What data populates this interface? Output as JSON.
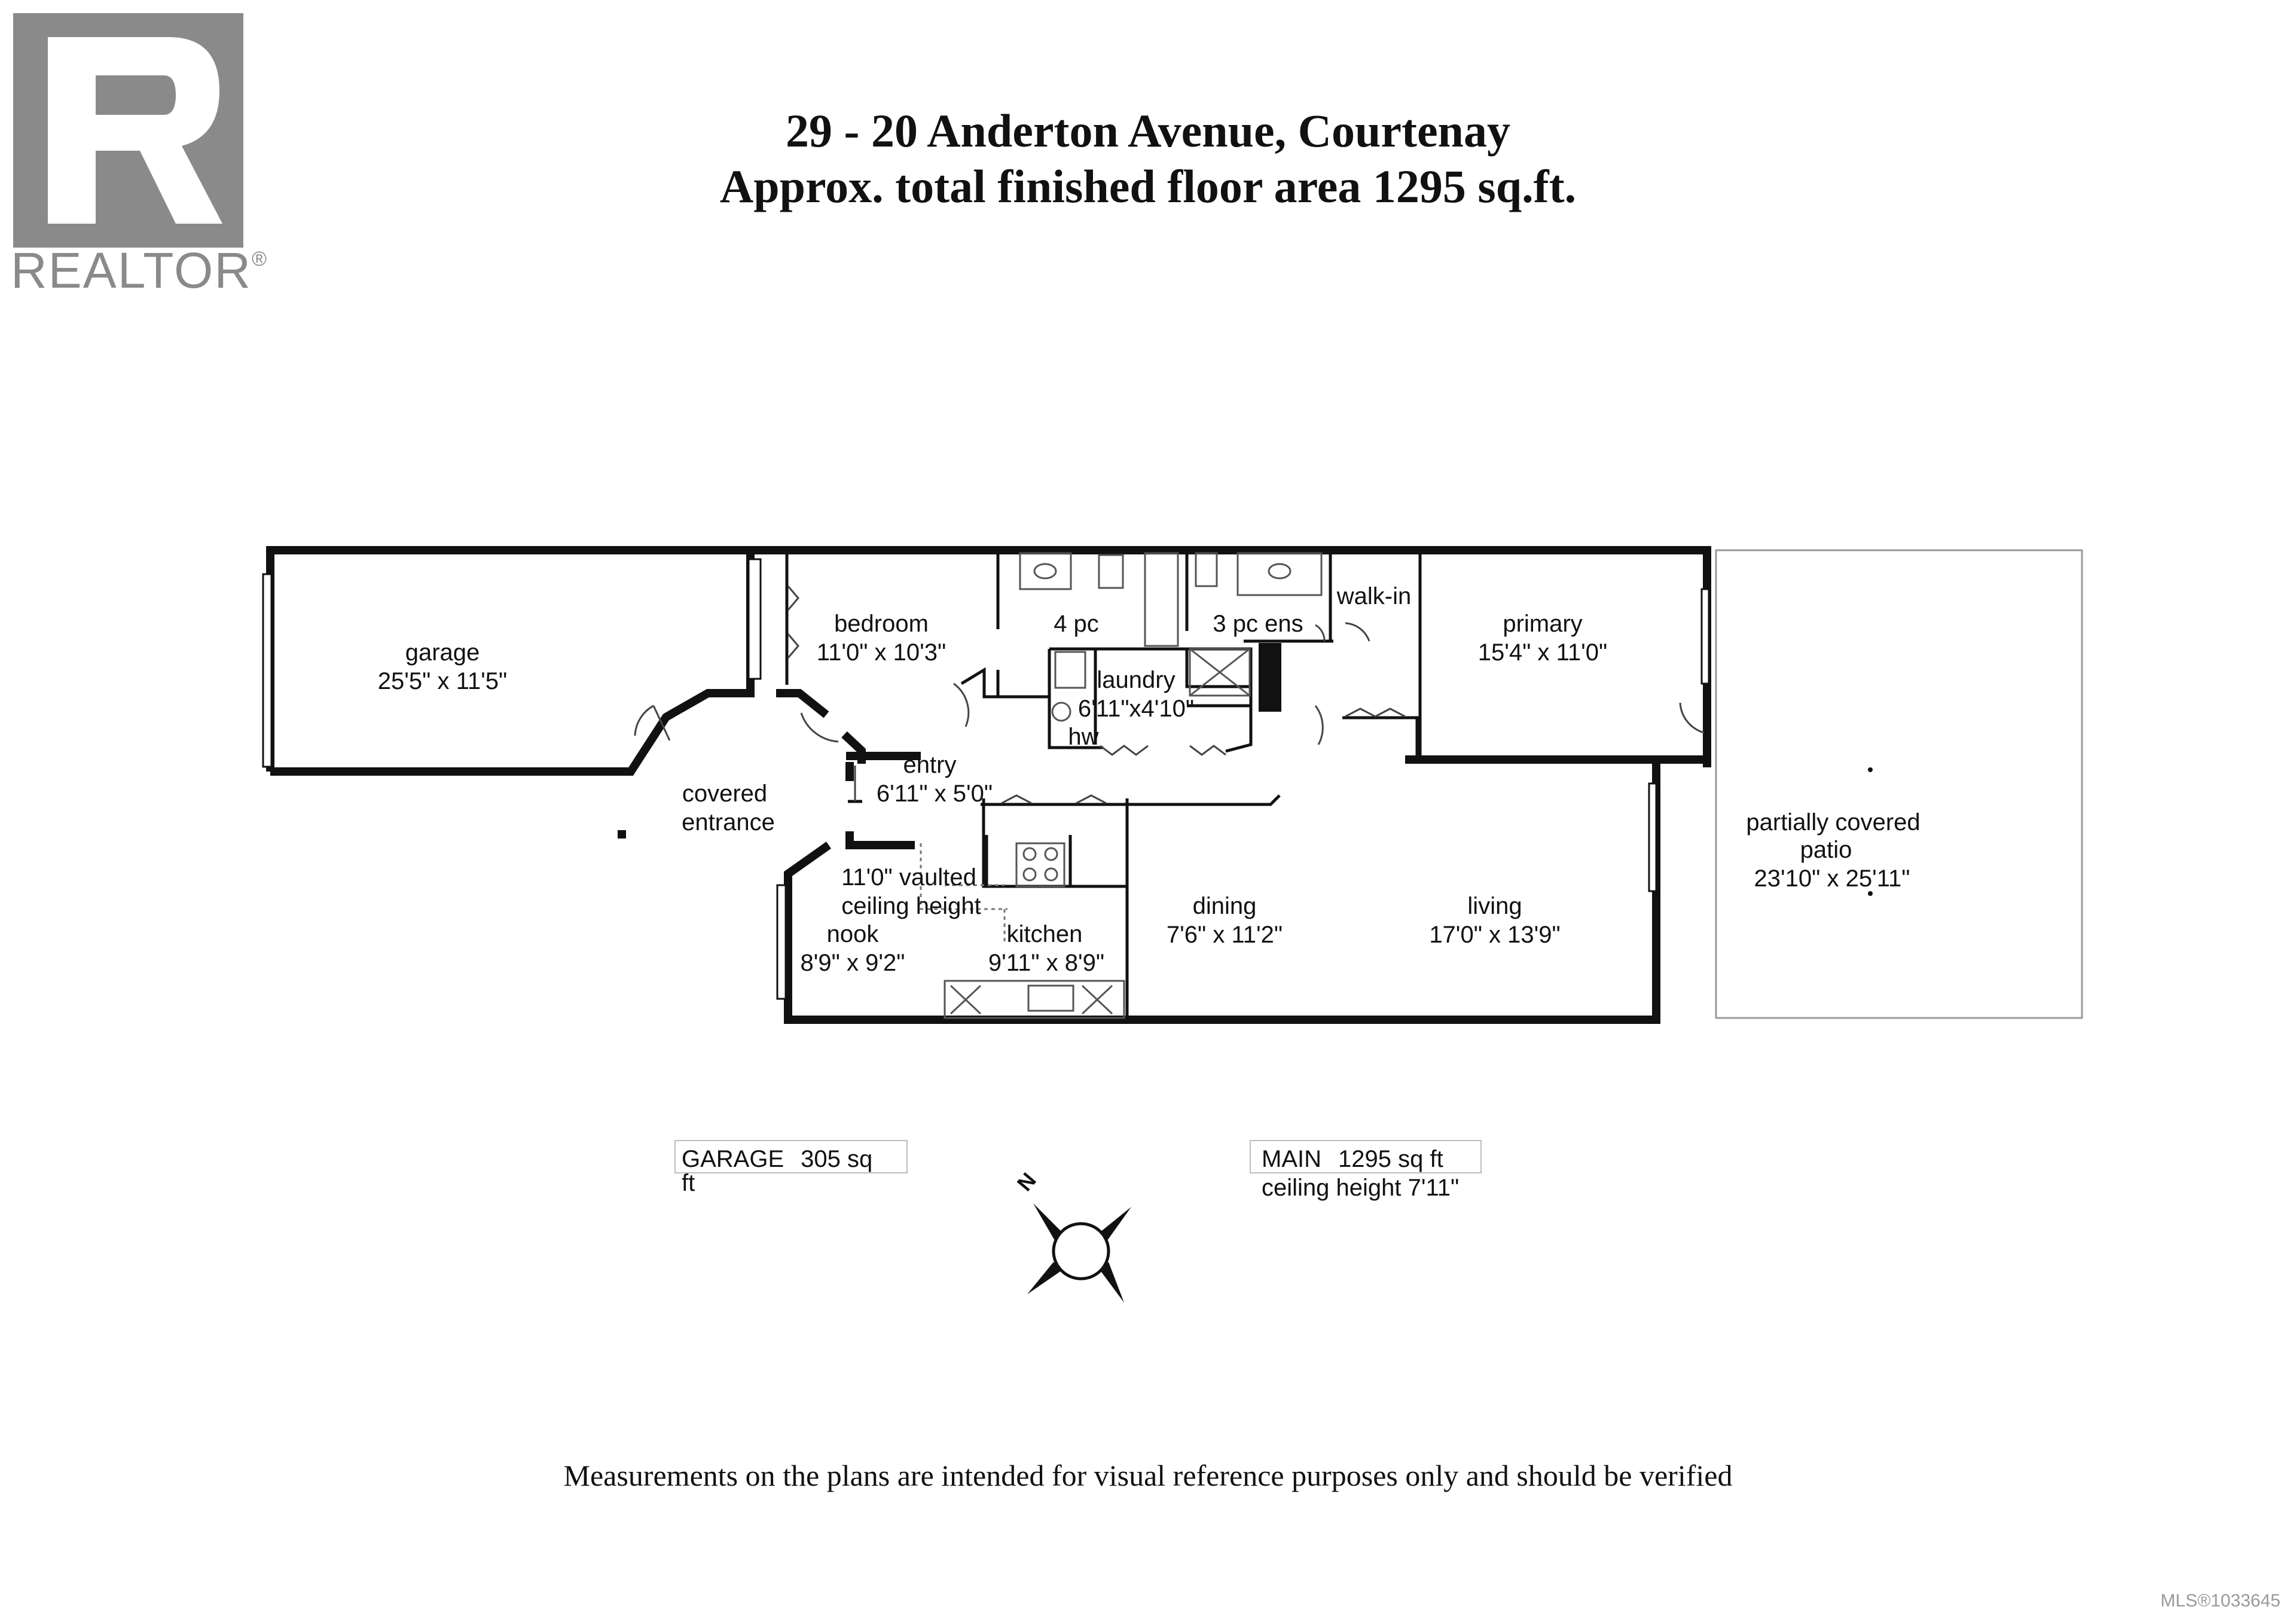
{
  "brand": {
    "logo_letter": "R",
    "wordmark": "REALTOR",
    "registered": "®",
    "color": "#8a8a8a"
  },
  "header": {
    "title": "29 - 20 Anderton Avenue, Courtenay",
    "subtitle": "Approx. total finished floor area 1295 sq.ft."
  },
  "rooms": {
    "garage": {
      "name": "garage",
      "dims": "25'5\" x 11'5\""
    },
    "bedroom": {
      "name": "bedroom",
      "dims": "11'0\" x 10'3\""
    },
    "bath4": {
      "name": "4 pc"
    },
    "laundry": {
      "name": "laundry",
      "dims": "6'11\"x4'10\"",
      "hw": "hw"
    },
    "ensuite": {
      "name": "3 pc ens"
    },
    "walkin": {
      "name": "walk-in"
    },
    "primary": {
      "name": "primary",
      "dims": "15'4\" x 11'0\""
    },
    "entry": {
      "name": "entry",
      "dims": "6'11\" x 5'0\""
    },
    "covered_entrance": {
      "line1": "covered",
      "line2": "entrance"
    },
    "vaulted": {
      "line1": "11'0\" vaulted",
      "line2": "ceiling height"
    },
    "nook": {
      "name": "nook",
      "dims": "8'9\" x 9'2\""
    },
    "kitchen": {
      "name": "kitchen",
      "dims": "9'11\" x 8'9\""
    },
    "dining": {
      "name": "dining",
      "dims": "7'6\" x 11'2\""
    },
    "living": {
      "name": "living",
      "dims": "17'0\" x 13'9\""
    },
    "patio": {
      "line1": "partially covered",
      "line2": "patio",
      "dims": "23'10\" x 25'11\""
    }
  },
  "legend": {
    "garage_label": "GARAGE",
    "garage_area": "305 sq ft",
    "main_label": "MAIN",
    "main_area": "1295 sq ft",
    "main_ceiling": "ceiling height 7'11\""
  },
  "compass": {
    "north_label": "N"
  },
  "footer": {
    "disclaimer": "Measurements on the plans are intended for visual reference purposes only and should be verified",
    "mls": "MLS®1033645"
  }
}
